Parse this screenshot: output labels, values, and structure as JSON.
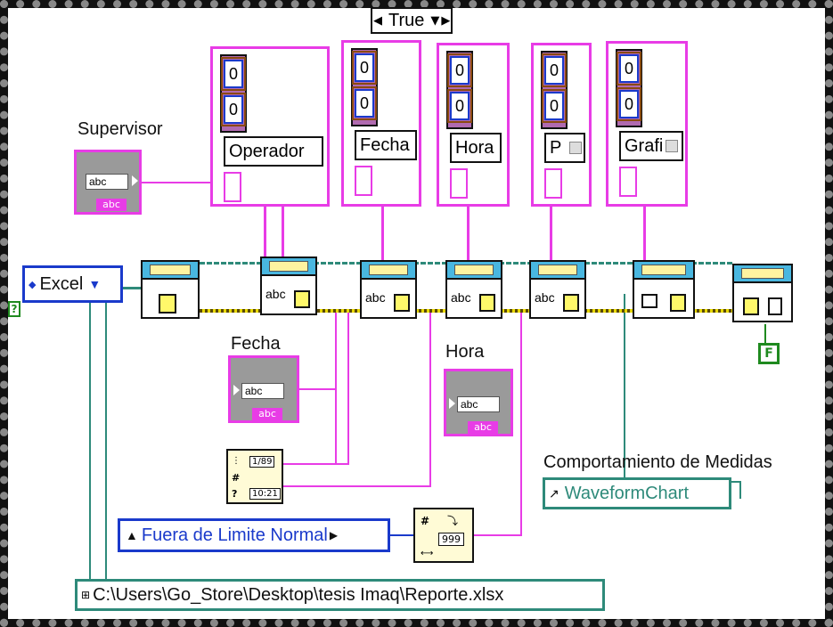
{
  "case_structure": {
    "selector_value": "True",
    "selector_left_arrow": "◀",
    "selector_right_arrow": "▶",
    "selector_dropdown": "▼",
    "tunnel_label": "?"
  },
  "labels": {
    "supervisor": "Supervisor",
    "fecha": "Fecha",
    "hora": "Hora",
    "comportamiento": "Comportamiento de Medidas"
  },
  "clusters": [
    {
      "idx_top": "0",
      "idx_bottom": "0",
      "name": "Operador"
    },
    {
      "idx_top": "0",
      "idx_bottom": "0",
      "name": "Fecha"
    },
    {
      "idx_top": "0",
      "idx_bottom": "0",
      "name": "Hora"
    },
    {
      "idx_top": "0",
      "idx_bottom": "0",
      "name": "P"
    },
    {
      "idx_top": "0",
      "idx_bottom": "0",
      "name": "Grafi"
    }
  ],
  "controls": {
    "abc": "abc",
    "abc_small": "abc",
    "excel_enum": "Excel",
    "waveform": "WaveformChart",
    "fuera_limite": "Fuera de Limite Normal",
    "path_const": "C:\\Users\\Go_Store\\Desktop\\tesis Imaq\\Reporte.xlsx",
    "false_const": "F"
  },
  "date_time_node": {
    "date": "1/89",
    "time": "10:21"
  },
  "number_node": {
    "value": "999"
  },
  "colors": {
    "string_wire": "#e83ce6",
    "ref_wire": "#2e8a7a",
    "enum_border": "#1a3acb",
    "vi_header": "#49b7e0"
  }
}
